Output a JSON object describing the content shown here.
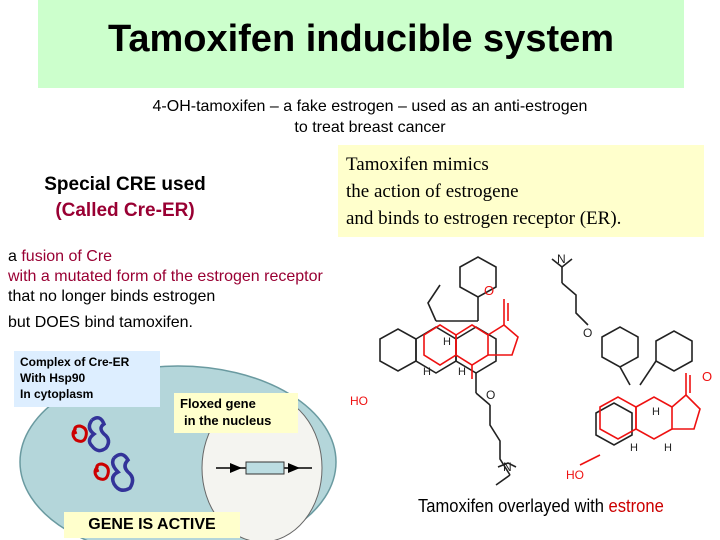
{
  "title": "Tamoxifen inducible system",
  "subtitle": {
    "line1": "4-OH-tamoxifen – a fake estrogen – used as an anti-estrogen",
    "line2": "to treat breast cancer"
  },
  "mimic_box": {
    "line1": "Tamoxifen mimics",
    "line2": "the action of estrogene",
    "line3": "and binds to estrogen receptor (ER)."
  },
  "cre_heading": {
    "line1": "Special CRE used",
    "line2": "(Called Cre-ER)"
  },
  "fusion_text": {
    "prefix": "a ",
    "red1": "fusion of Cre",
    "red2": "with a mutated form of the estrogen receptor",
    "line3": "that no longer binds estrogen",
    "line4": "but DOES bind tamoxifen."
  },
  "complex_box": {
    "line1": "Complex of Cre-ER",
    "line2": "With Hsp90",
    "line3": "In cytoplasm"
  },
  "floxed_box": {
    "line1": "Floxed gene",
    "line2": "in the nucleus"
  },
  "gene_active": "GENE IS ACTIVE",
  "molecule_labels": {
    "hydroxyl": "HO",
    "ketone": "O",
    "hydrogen": "H",
    "ether": "O",
    "amine": "N"
  },
  "caption": {
    "prefix": "Tamoxifen overlayed with ",
    "highlight": "estrone"
  },
  "colors": {
    "title_bg": "#ccffcc",
    "note_bg": "#ffffcc",
    "complex_bg": "#ddeeff",
    "accent_red": "#990033",
    "estrone_red": "#ee1111",
    "cell": "#b4d6da",
    "nucleus": "#f4f4f0",
    "protein_blue": "#333399",
    "protein_red": "#cc0000"
  }
}
